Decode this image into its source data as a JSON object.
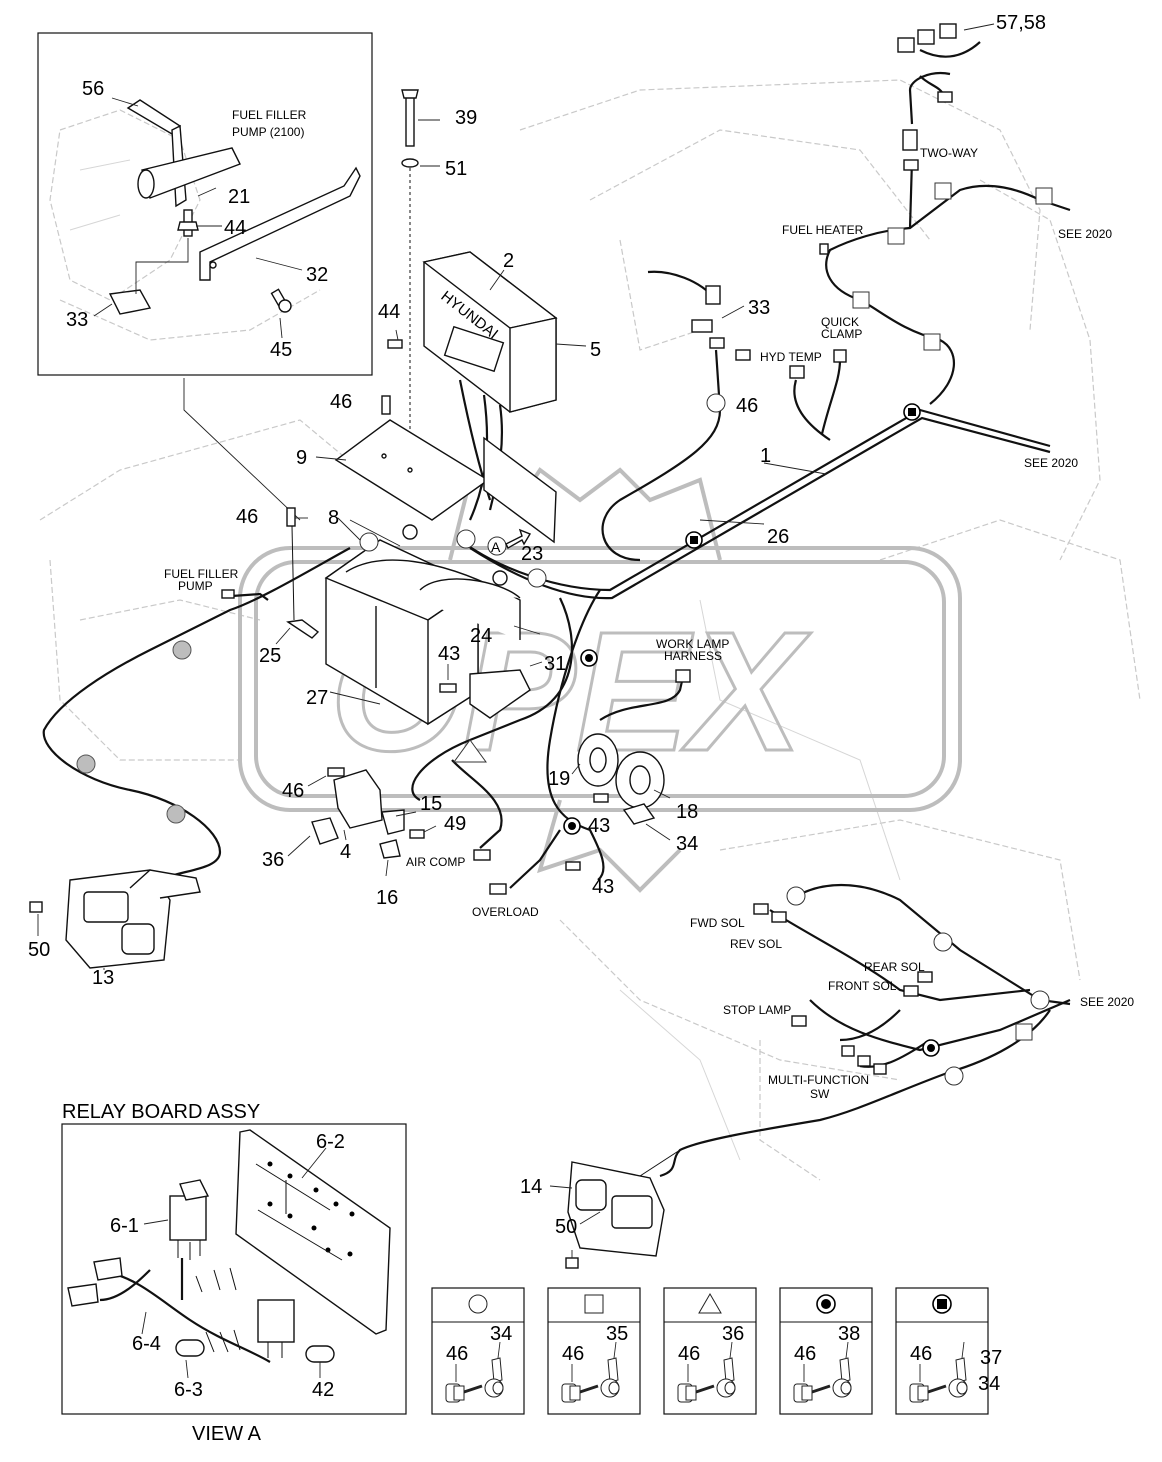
{
  "labels": {
    "fuel_filler_pump_2100_line1": "FUEL FILLER",
    "fuel_filler_pump_2100_line2": "PUMP (2100)",
    "fuel_filler_pump_line1": "FUEL FILLER",
    "fuel_filler_pump_line2": "PUMP",
    "two_way": "TWO-WAY",
    "fuel_heater": "FUEL HEATER",
    "quick_clamp_line1": "QUICK",
    "quick_clamp_line2": "CLAMP",
    "hyd_temp": "HYD TEMP",
    "see_2020": "SEE 2020",
    "work_lamp_harness_line1": "WORK LAMP",
    "work_lamp_harness_line2": "HARNESS",
    "air_comp": "AIR COMP",
    "overload": "OVERLOAD",
    "fwd_sol": "FWD SOL",
    "rev_sol": "REV SOL",
    "rear_sol": "REAR SOL",
    "front_sol": "FRONT SOL",
    "stop_lamp": "STOP LAMP",
    "multi_function_sw_line1": "MULTI-FUNCTION",
    "multi_function_sw_line2": "SW",
    "relay_board_assy": "RELAY BOARD ASSY",
    "view_a": "VIEW A",
    "view_marker_a": "A",
    "controller_brand": "HYUNDAI",
    "watermark": "OPEX"
  },
  "part_numbers": {
    "p1": "1",
    "p2": "2",
    "p4": "4",
    "p5": "5",
    "p8": "8",
    "p9": "9",
    "p13": "13",
    "p14": "14",
    "p15": "15",
    "p16": "16",
    "p18": "18",
    "p19": "19",
    "p21": "21",
    "p23": "23",
    "p24": "24",
    "p25": "25",
    "p26": "26",
    "p27": "27",
    "p31": "31",
    "p32": "32",
    "p33": "33",
    "p34": "34",
    "p36": "36",
    "p39": "39",
    "p42": "42",
    "p43": "43",
    "p44": "44",
    "p45": "45",
    "p46": "46",
    "p49": "49",
    "p50": "50",
    "p51": "51",
    "p56": "56",
    "p57_58": "57,58",
    "p6_1": "6-1",
    "p6_2": "6-2",
    "p6_3": "6-3",
    "p6_4": "6-4"
  },
  "legend": [
    {
      "symbol": "circle",
      "bolt": "46",
      "clip": "34"
    },
    {
      "symbol": "square",
      "bolt": "46",
      "clip": "35"
    },
    {
      "symbol": "triangle",
      "bolt": "46",
      "clip": "36"
    },
    {
      "symbol": "filled-circle",
      "bolt": "46",
      "clip": "38"
    },
    {
      "symbol": "filled-square",
      "bolt": "46",
      "clip": "34",
      "extra": "37"
    }
  ]
}
